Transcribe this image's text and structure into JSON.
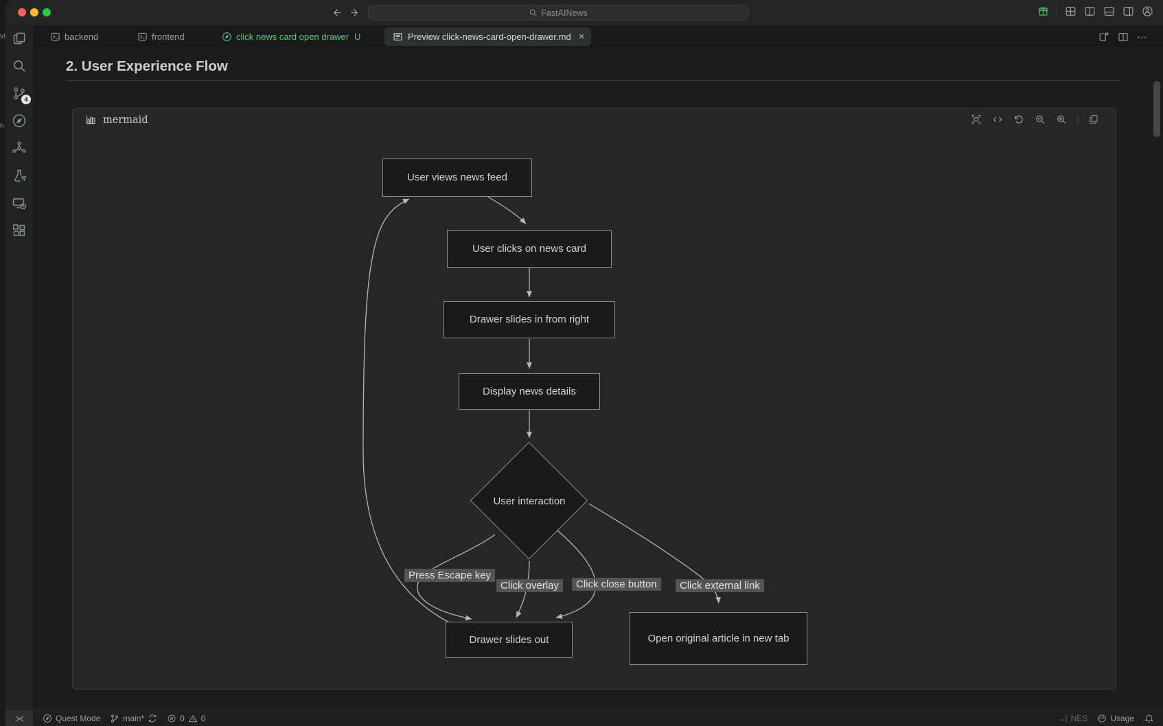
{
  "background_window": {
    "fragments": [
      "vi",
      "h"
    ]
  },
  "titlebar": {
    "search_value": "FastAINews",
    "icons": [
      "back-arrow",
      "forward-arrow",
      "search",
      "extension-gift",
      "layout-customize",
      "split-editor",
      "panel-bottom",
      "panel-right",
      "account"
    ]
  },
  "activity_bar": {
    "icons": [
      "files",
      "search",
      "source-control",
      "quest-compass",
      "network-hub",
      "test-beaker",
      "remote-devices",
      "extensions"
    ],
    "source_control_badge": "4"
  },
  "tab_bar": {
    "tabs": [
      {
        "label": "backend",
        "icon": "terminal"
      },
      {
        "label": "frontend",
        "icon": "terminal"
      },
      {
        "label": "click news card open drawer",
        "suffix": "U",
        "icon": "quest-compass",
        "state": "untracked-green"
      },
      {
        "label": "Preview click-news-card-open-drawer.md",
        "icon": "markdown-preview",
        "active": true,
        "close_glyph": "×"
      }
    ],
    "more_glyph": "⋯"
  },
  "content": {
    "heading": "2. User Experience Flow",
    "mermaid_label": "mermaid",
    "toolbar_icons": [
      "fit-view",
      "code",
      "reset",
      "zoom-out",
      "zoom-in",
      "copy"
    ]
  },
  "diagram": {
    "type": "flowchart",
    "nodes": [
      {
        "id": "A",
        "label": "User views news feed",
        "shape": "rect"
      },
      {
        "id": "B",
        "label": "User clicks on news card",
        "shape": "rect"
      },
      {
        "id": "C",
        "label": "Drawer slides in from right",
        "shape": "rect"
      },
      {
        "id": "D",
        "label": "Display news details",
        "shape": "rect"
      },
      {
        "id": "E",
        "label": "User interaction",
        "shape": "diamond"
      },
      {
        "id": "F",
        "label": "Drawer slides out",
        "shape": "rect"
      },
      {
        "id": "G",
        "label": "Open original article in new tab",
        "shape": "rect"
      }
    ],
    "edge_labels": [
      "Press Escape key",
      "Click overlay",
      "Click close button",
      "Click external link"
    ],
    "edges": [
      {
        "from": "A",
        "to": "B"
      },
      {
        "from": "B",
        "to": "C"
      },
      {
        "from": "C",
        "to": "D"
      },
      {
        "from": "D",
        "to": "E"
      },
      {
        "from": "E",
        "to": "F",
        "label": "Press Escape key"
      },
      {
        "from": "E",
        "to": "F",
        "label": "Click overlay"
      },
      {
        "from": "E",
        "to": "F",
        "label": "Click close button"
      },
      {
        "from": "E",
        "to": "G",
        "label": "Click external link"
      },
      {
        "from": "F",
        "to": "A"
      }
    ]
  },
  "statusbar": {
    "quest_mode": "Quest Mode",
    "branch": "main*",
    "errors": "0",
    "warnings": "0",
    "nes_glyph": "→|",
    "nes": "NES",
    "usage": "Usage"
  },
  "colors": {
    "accent_green": "#5ec87e",
    "gift_green": "#3fb950",
    "node_fill": "#1a1a1a",
    "node_border": "#8f8f8f",
    "edge_stroke": "#b5b5b5",
    "edge_label_bg": "#545454",
    "container_bg": "#242627",
    "editor_bg": "#1c1d1d"
  }
}
